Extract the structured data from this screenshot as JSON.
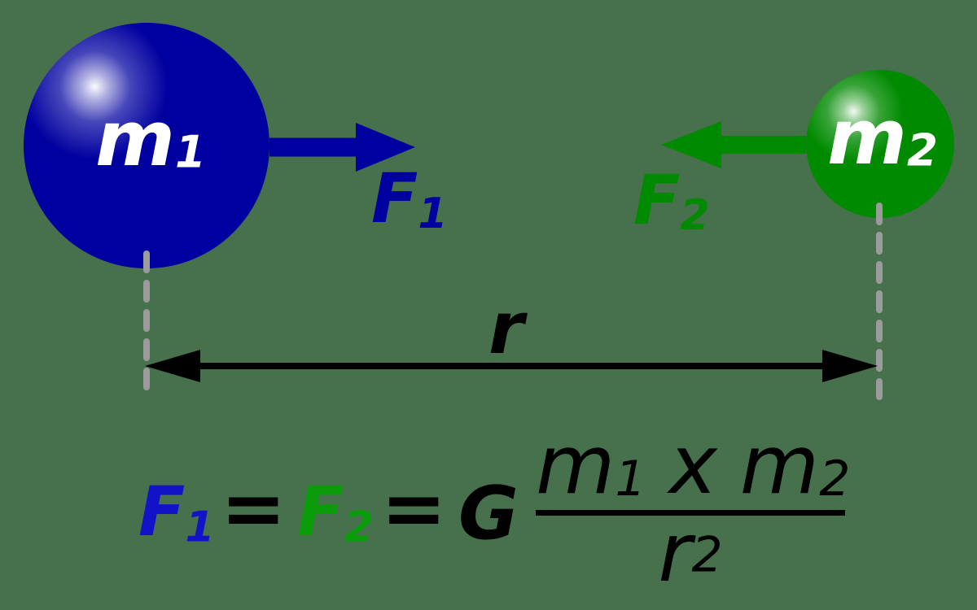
{
  "canvas": {
    "background": "#47704d"
  },
  "colors": {
    "background": "#47704d",
    "mass1_fill": "#0000a0",
    "mass2_fill": "#008a00",
    "mass_label": "#ffffff",
    "force1": "#0000a0",
    "force2": "#008a00",
    "formula_f1": "#1212c8",
    "formula_f2": "#0a9b0a",
    "black": "#000000",
    "dash": "#9b9b9b",
    "highlight": "#ffffff"
  },
  "diagram": {
    "mass1": {
      "base": "m",
      "sub": "1"
    },
    "mass2": {
      "base": "m",
      "sub": "2"
    },
    "force1": {
      "base": "F",
      "sub": "1"
    },
    "force2": {
      "base": "F",
      "sub": "2"
    },
    "distance_label": "r"
  },
  "formula": {
    "f1_base": "F",
    "f1_sub": "1",
    "equals1": "=",
    "f2_base": "F",
    "f2_sub": "2",
    "equals2": "=",
    "constant": "G",
    "numerator": {
      "m1_base": "m",
      "m1_sub": "1",
      "operator": "x",
      "m2_base": "m",
      "m2_sub": "2"
    },
    "denominator": {
      "base": "r",
      "sup": "2"
    }
  }
}
